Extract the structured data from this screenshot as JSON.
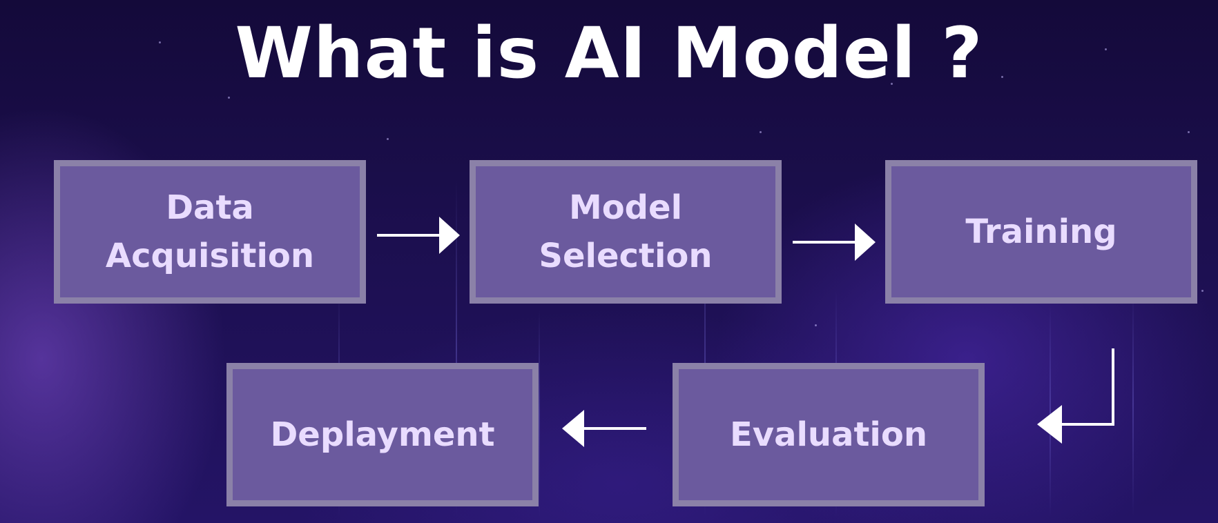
{
  "title": "What is AI Model ?",
  "steps": {
    "data_acquisition": "Data\nAcquisition",
    "model_selection": "Model\nSelection",
    "training": "Training",
    "evaluation": "Evaluation",
    "deployment": "Deplayment"
  },
  "colors": {
    "box_fill": "#6b5a9e",
    "box_border": "#8b81a8",
    "box_text": "#e9dcff",
    "arrow": "#ffffff"
  }
}
